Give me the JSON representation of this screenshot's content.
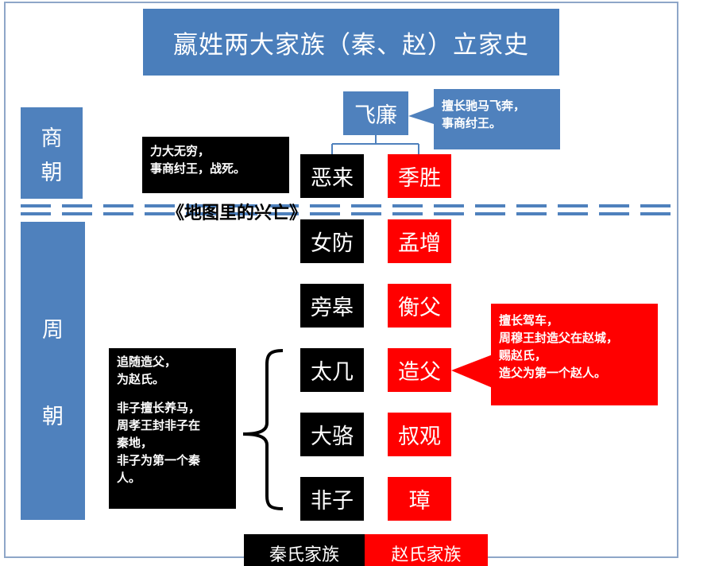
{
  "title": "嬴姓两大家族（秦、赵）立家史",
  "eras": {
    "shang": [
      "商",
      "朝"
    ],
    "zhou": [
      "周",
      "朝"
    ]
  },
  "ancestor": "飞廉",
  "ancestor_note": [
    "擅长驰马飞奔，",
    "事商纣王。"
  ],
  "qin_line": [
    "恶来",
    "女防",
    "旁皋",
    "太几",
    "大骆",
    "非子"
  ],
  "zhao_line": [
    "季胜",
    "孟增",
    "衡父",
    "造父",
    "叔观",
    "璋"
  ],
  "elai_note": [
    "力大无穷，",
    "事商纣王，战死。"
  ],
  "zaofu_note": [
    "擅长驾车，",
    "周穆王封造父在赵城，",
    "赐赵氏，",
    "造父为第一个赵人。"
  ],
  "feizi_note": [
    "追随造父，",
    "为赵氏。",
    "",
    "非子擅长养马，",
    "周孝王封非子在",
    "秦地，",
    "非子为第一个秦",
    "人。"
  ],
  "caption": "《地图里的兴亡》",
  "bottom_black": "秦氏家族",
  "bottom_red": "赵氏家族",
  "colors": {
    "blue": "#4f81bd",
    "black": "#000000",
    "red": "#ff0000"
  }
}
